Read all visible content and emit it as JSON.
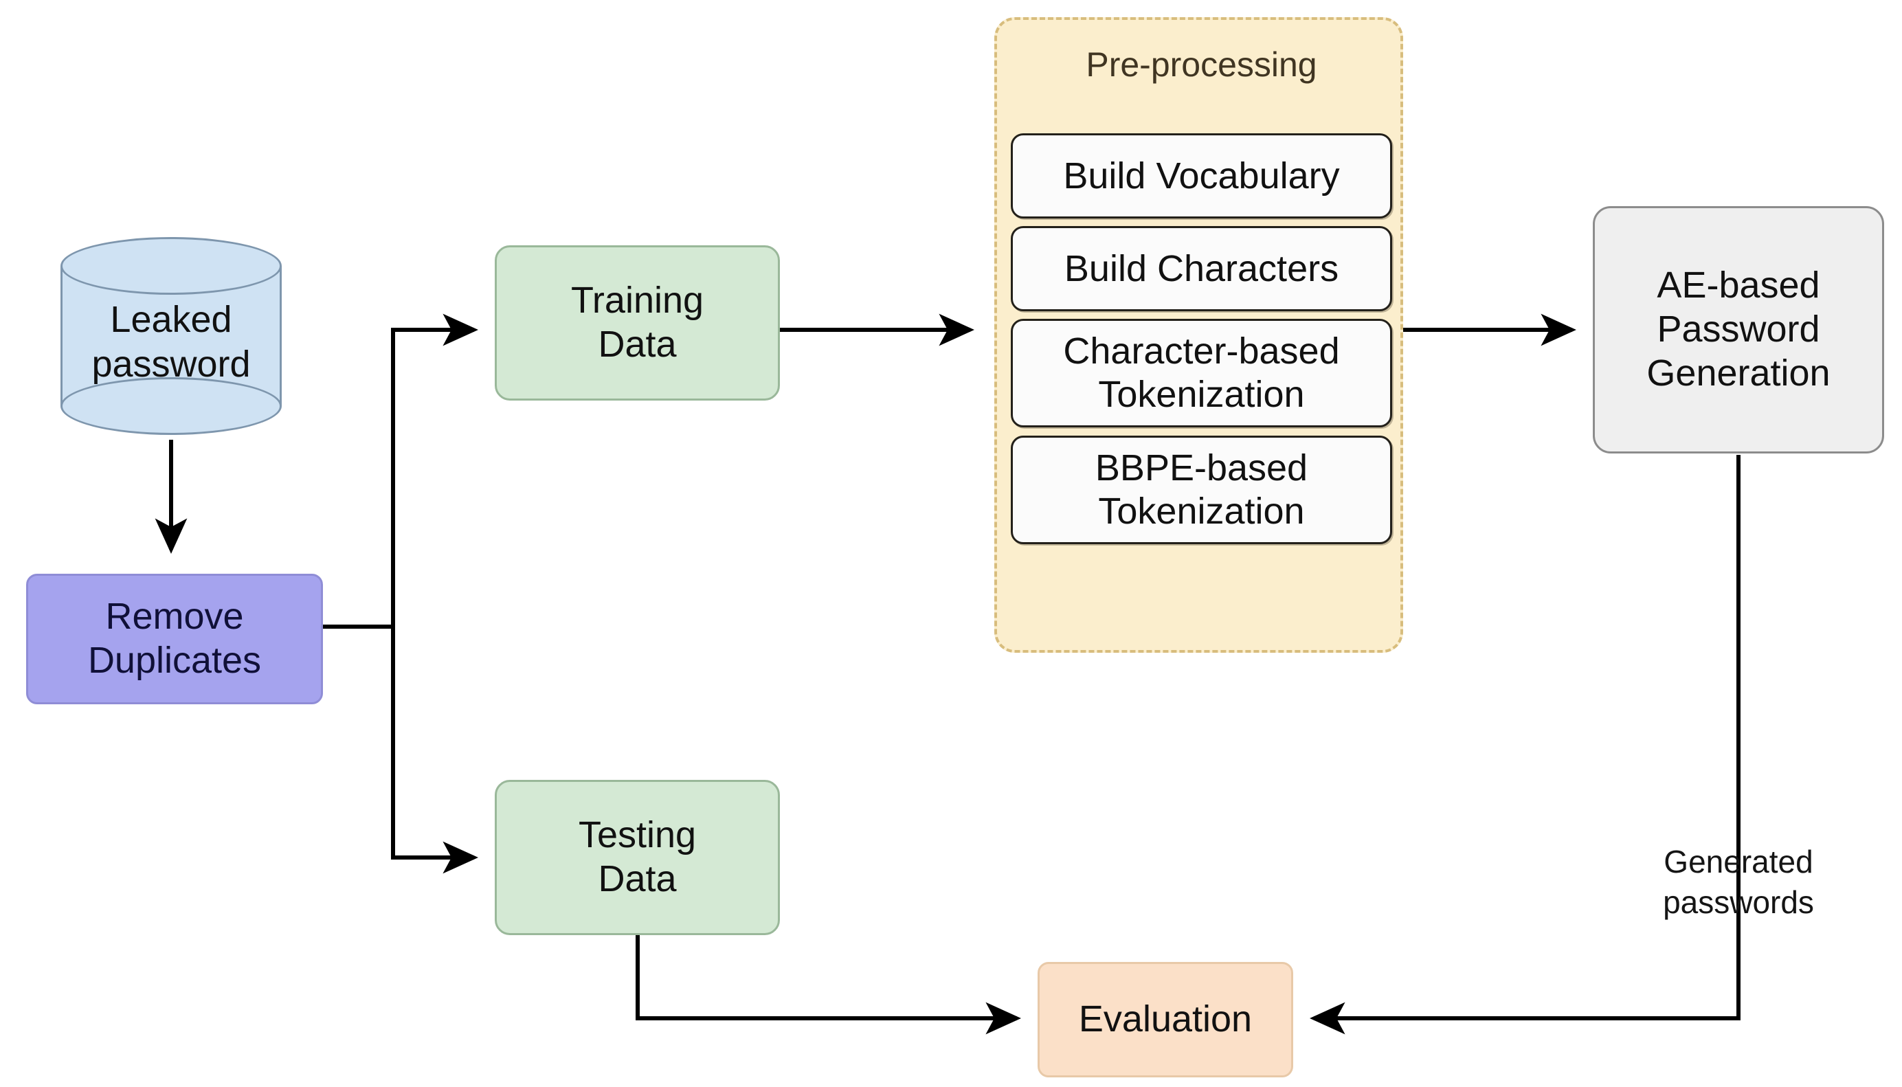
{
  "diagram": {
    "title": "Password generation pipeline flowchart",
    "colors": {
      "datastore_fill": "#cfe2f3",
      "datastore_stroke": "#7e96ad",
      "remove_duplicates_fill": "#a5a3ee",
      "data_split_fill": "#d4e9d4",
      "preprocessing_fill": "#fbeecd",
      "preprocessing_border": "#d8bd7d",
      "generation_fill": "#efefef",
      "evaluation_fill": "#fbe0c8",
      "edge_stroke": "#000000"
    }
  },
  "nodes": {
    "leaked_password": "Leaked\npassword",
    "remove_duplicates": "Remove\nDuplicates",
    "training_data": "Training\nData",
    "testing_data": "Testing\nData",
    "ae_generation": "AE-based\nPassword\nGeneration",
    "evaluation": "Evaluation"
  },
  "preprocessing": {
    "title": "Pre-processing",
    "steps": [
      "Build Vocabulary",
      "Build Characters",
      "Character-based\nTokenization",
      "BBPE-based\nTokenization"
    ]
  },
  "edge_labels": {
    "generated_passwords": "Generated\npasswords"
  },
  "edges": [
    {
      "from": "leaked_password",
      "to": "remove_duplicates",
      "label": ""
    },
    {
      "from": "remove_duplicates",
      "to": "training_data",
      "label": ""
    },
    {
      "from": "remove_duplicates",
      "to": "testing_data",
      "label": ""
    },
    {
      "from": "training_data",
      "to": "preprocessing",
      "label": ""
    },
    {
      "from": "preprocessing",
      "to": "ae_generation",
      "label": ""
    },
    {
      "from": "ae_generation",
      "to": "evaluation",
      "label": "Generated passwords"
    },
    {
      "from": "testing_data",
      "to": "evaluation",
      "label": ""
    }
  ]
}
